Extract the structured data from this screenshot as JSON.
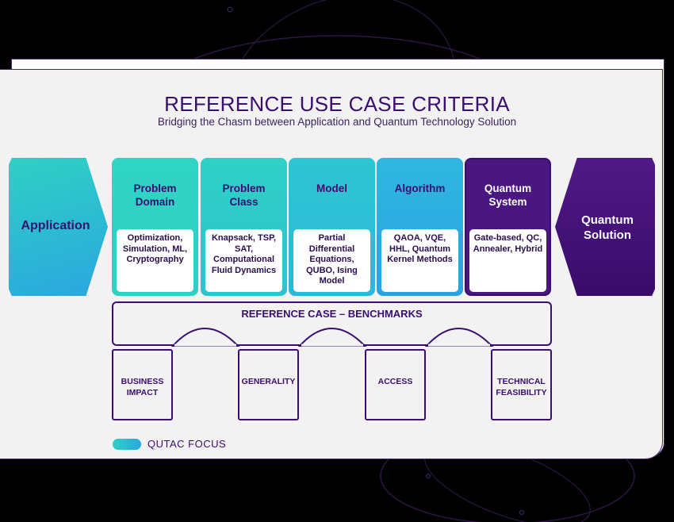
{
  "header": {
    "title": "REFERENCE USE CASE CRITERIA",
    "subtitle": "Bridging the Chasm between Application and Quantum Technology Solution"
  },
  "application_label": "Application",
  "quantum_solution_label": "Quantum Solution",
  "columns": [
    {
      "title": "Problem Domain",
      "content": "Optimization, Simulation, ML, Cryptography"
    },
    {
      "title": "Problem Class",
      "content": "Knapsack, TSP, SAT, Computational Fluid Dynamics"
    },
    {
      "title": "Model",
      "content": "Partial Differential Equations, QUBO, Ising Model"
    },
    {
      "title": "Algorithm",
      "content": "QAOA, VQE, HHL, Quantum Kernel Methods"
    },
    {
      "title": "Quantum System",
      "content": "Gate-based, QC, Annealer, Hybrid"
    }
  ],
  "benchmark": {
    "label": "REFERENCE CASE – BENCHMARKS",
    "pillars": [
      "BUSINESS IMPACT",
      "GENERALITY",
      "ACCESS",
      "TECHNICAL FEASIBILITY"
    ]
  },
  "legend": {
    "label": "QUTAC FOCUS"
  },
  "colors": {
    "dark_purple": "#3b0d6e",
    "teal": "#2fd0c4",
    "blue": "#2aa7e0",
    "quantum_system": "#4a1780"
  }
}
